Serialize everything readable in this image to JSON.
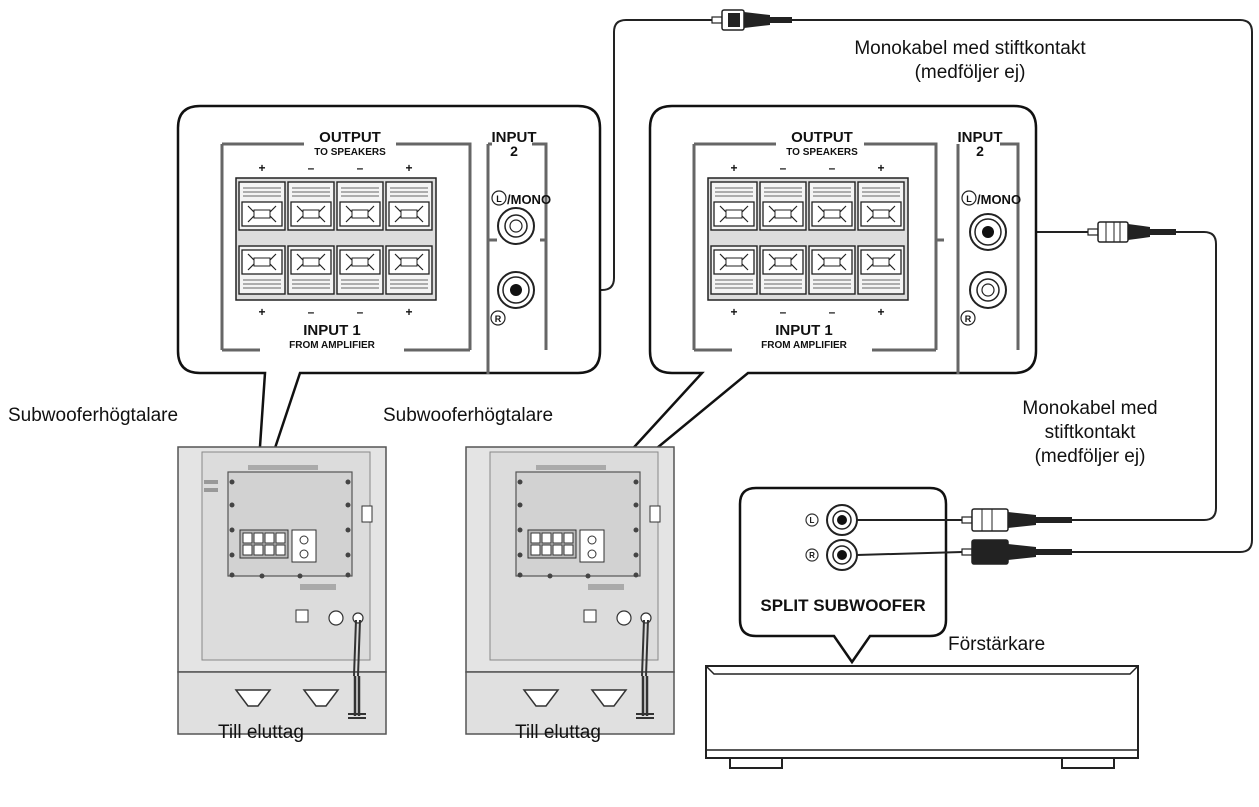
{
  "panel": {
    "output_title": "OUTPUT",
    "output_sub": "TO SPEAKERS",
    "input1_title": "INPUT 1",
    "input1_sub": "FROM AMPLIFIER",
    "input2_title": "INPUT",
    "input2_num": "2",
    "jack_l": "L",
    "jack_mono": "/MONO",
    "jack_r": "R",
    "plus": "+",
    "minus": "–"
  },
  "labels": {
    "cable_top_line1": "Monokabel med stiftkontakt",
    "cable_top_line2": "(medföljer ej)",
    "cable_right_line1": "Monokabel med",
    "cable_right_line2": "stiftkontakt",
    "cable_right_line3": "(medföljer ej)",
    "subwoofer_left": "Subwooferhögtalare",
    "subwoofer_right": "Subwooferhögtalare",
    "outlet_left": "Till eluttag",
    "outlet_right": "Till eluttag",
    "amplifier": "Förstärkare"
  },
  "amplifier_panel": {
    "title": "SPLIT SUBWOOFER",
    "jack_l": "L",
    "jack_r": "R"
  }
}
